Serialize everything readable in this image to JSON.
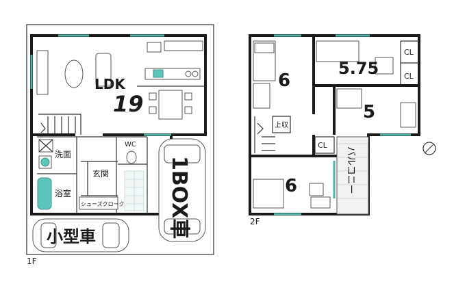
{
  "floor1": {
    "caption": "1F",
    "ldk": {
      "name": "LDK",
      "size": "19"
    },
    "washroom": "洗面",
    "bathroom": "浴室",
    "wc": "WC",
    "entrance": "玄関",
    "shoe_closet": "シューズクローク",
    "car_small": "小型車",
    "car_1box": "1BOX車"
  },
  "floor2": {
    "caption": "2F",
    "room_top_left": "6",
    "room_top_right": "5.75",
    "room_mid_right": "5",
    "room_bottom": "6",
    "closet_a": "CL",
    "closet_b": "CL",
    "closet_c": "CL",
    "storage": "上収",
    "balcony": "バルコニー"
  },
  "colors": {
    "wall": "#1a1a1a",
    "window": "#4fb3a6",
    "fixture": "#5cc6bd"
  },
  "icons": [
    "compass-icon"
  ]
}
